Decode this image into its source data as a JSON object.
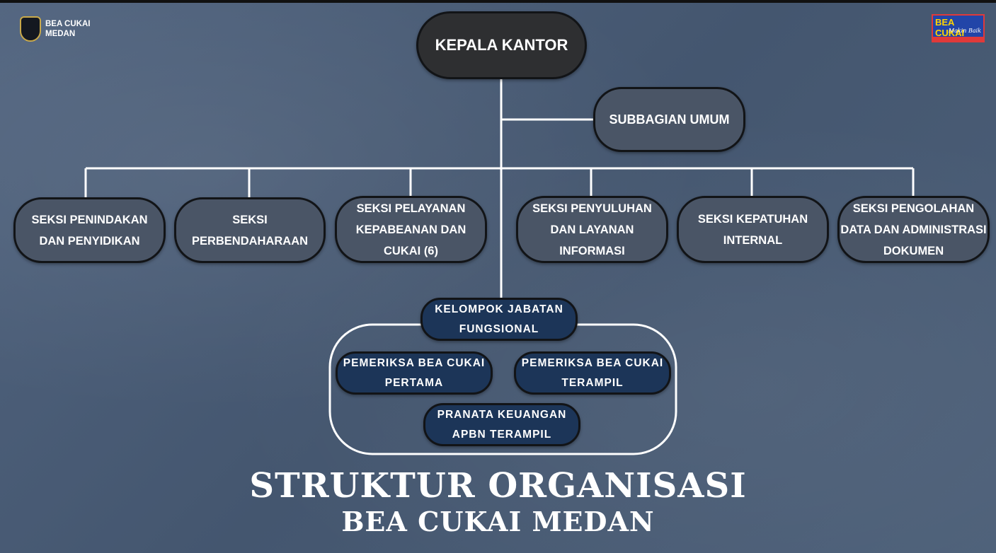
{
  "logos": {
    "left_text": "BEA CUKAI\nMEDAN",
    "right_brand": "BEA CUKAI",
    "right_tagline": "Makin Baik"
  },
  "chart": {
    "head": "KEPALA KANTOR",
    "subbagian": "SUBBAGIAN UMUM",
    "sections": [
      "SEKSI PENINDAKAN\nDAN PENYIDIKAN",
      "SEKSI\nPERBENDAHARAAN",
      "SEKSI PELAYANAN\nKEPABEANAN DAN\nCUKAI (6)",
      "SEKSI PENYULUHAN\nDAN LAYANAN\nINFORMASI",
      "SEKSI KEPATUHAN\nINTERNAL",
      "SEKSI PENGOLAHAN\nDATA DAN ADMINISTRASI\nDOKUMEN"
    ],
    "functional_group": "KELOMPOK JABATAN\nFUNGSIONAL",
    "functional": [
      "PEMERIKSA BEA CUKAI\nPERTAMA",
      "PEMERIKSA BEA CUKAI\nTERAMPIL",
      "PRANATA KEUANGAN\nAPBN TERAMPIL"
    ]
  },
  "title": {
    "line1": "STRUKTUR ORGANISASI",
    "line2": "BEA CUKAI MEDAN"
  },
  "colors": {
    "background": "#4a5d79",
    "node_fill": "#4a5566",
    "head_fill": "#2e2f31",
    "functional_fill": "#1c3558",
    "connector": "#ffffff"
  }
}
